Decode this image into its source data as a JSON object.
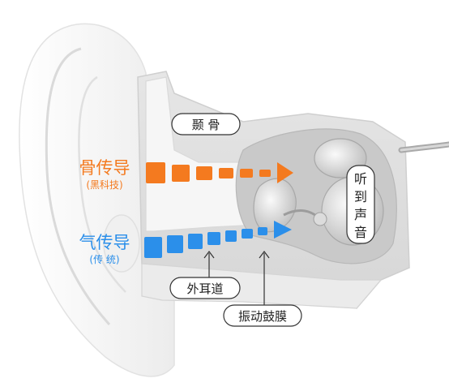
{
  "labels": {
    "skull_bone": "颞 骨",
    "bone_conduction": "骨传导",
    "bone_conduction_note": "(黑科技)",
    "air_conduction": "气传导",
    "air_conduction_note": "(传 统)",
    "ear_canal": "外耳道",
    "eardrum": "振动鼓膜",
    "hear_sound": [
      "听",
      "到",
      "声",
      "音"
    ]
  },
  "colors": {
    "bone_arrow": "#f47a1f",
    "air_arrow": "#2b8fea",
    "bone_text": "#f47a1f",
    "air_text": "#2b8fea",
    "bone_section": "#e0e0e0",
    "inner_cavity": "#c9c9c9",
    "ear_skin": "#f3f3f3"
  }
}
